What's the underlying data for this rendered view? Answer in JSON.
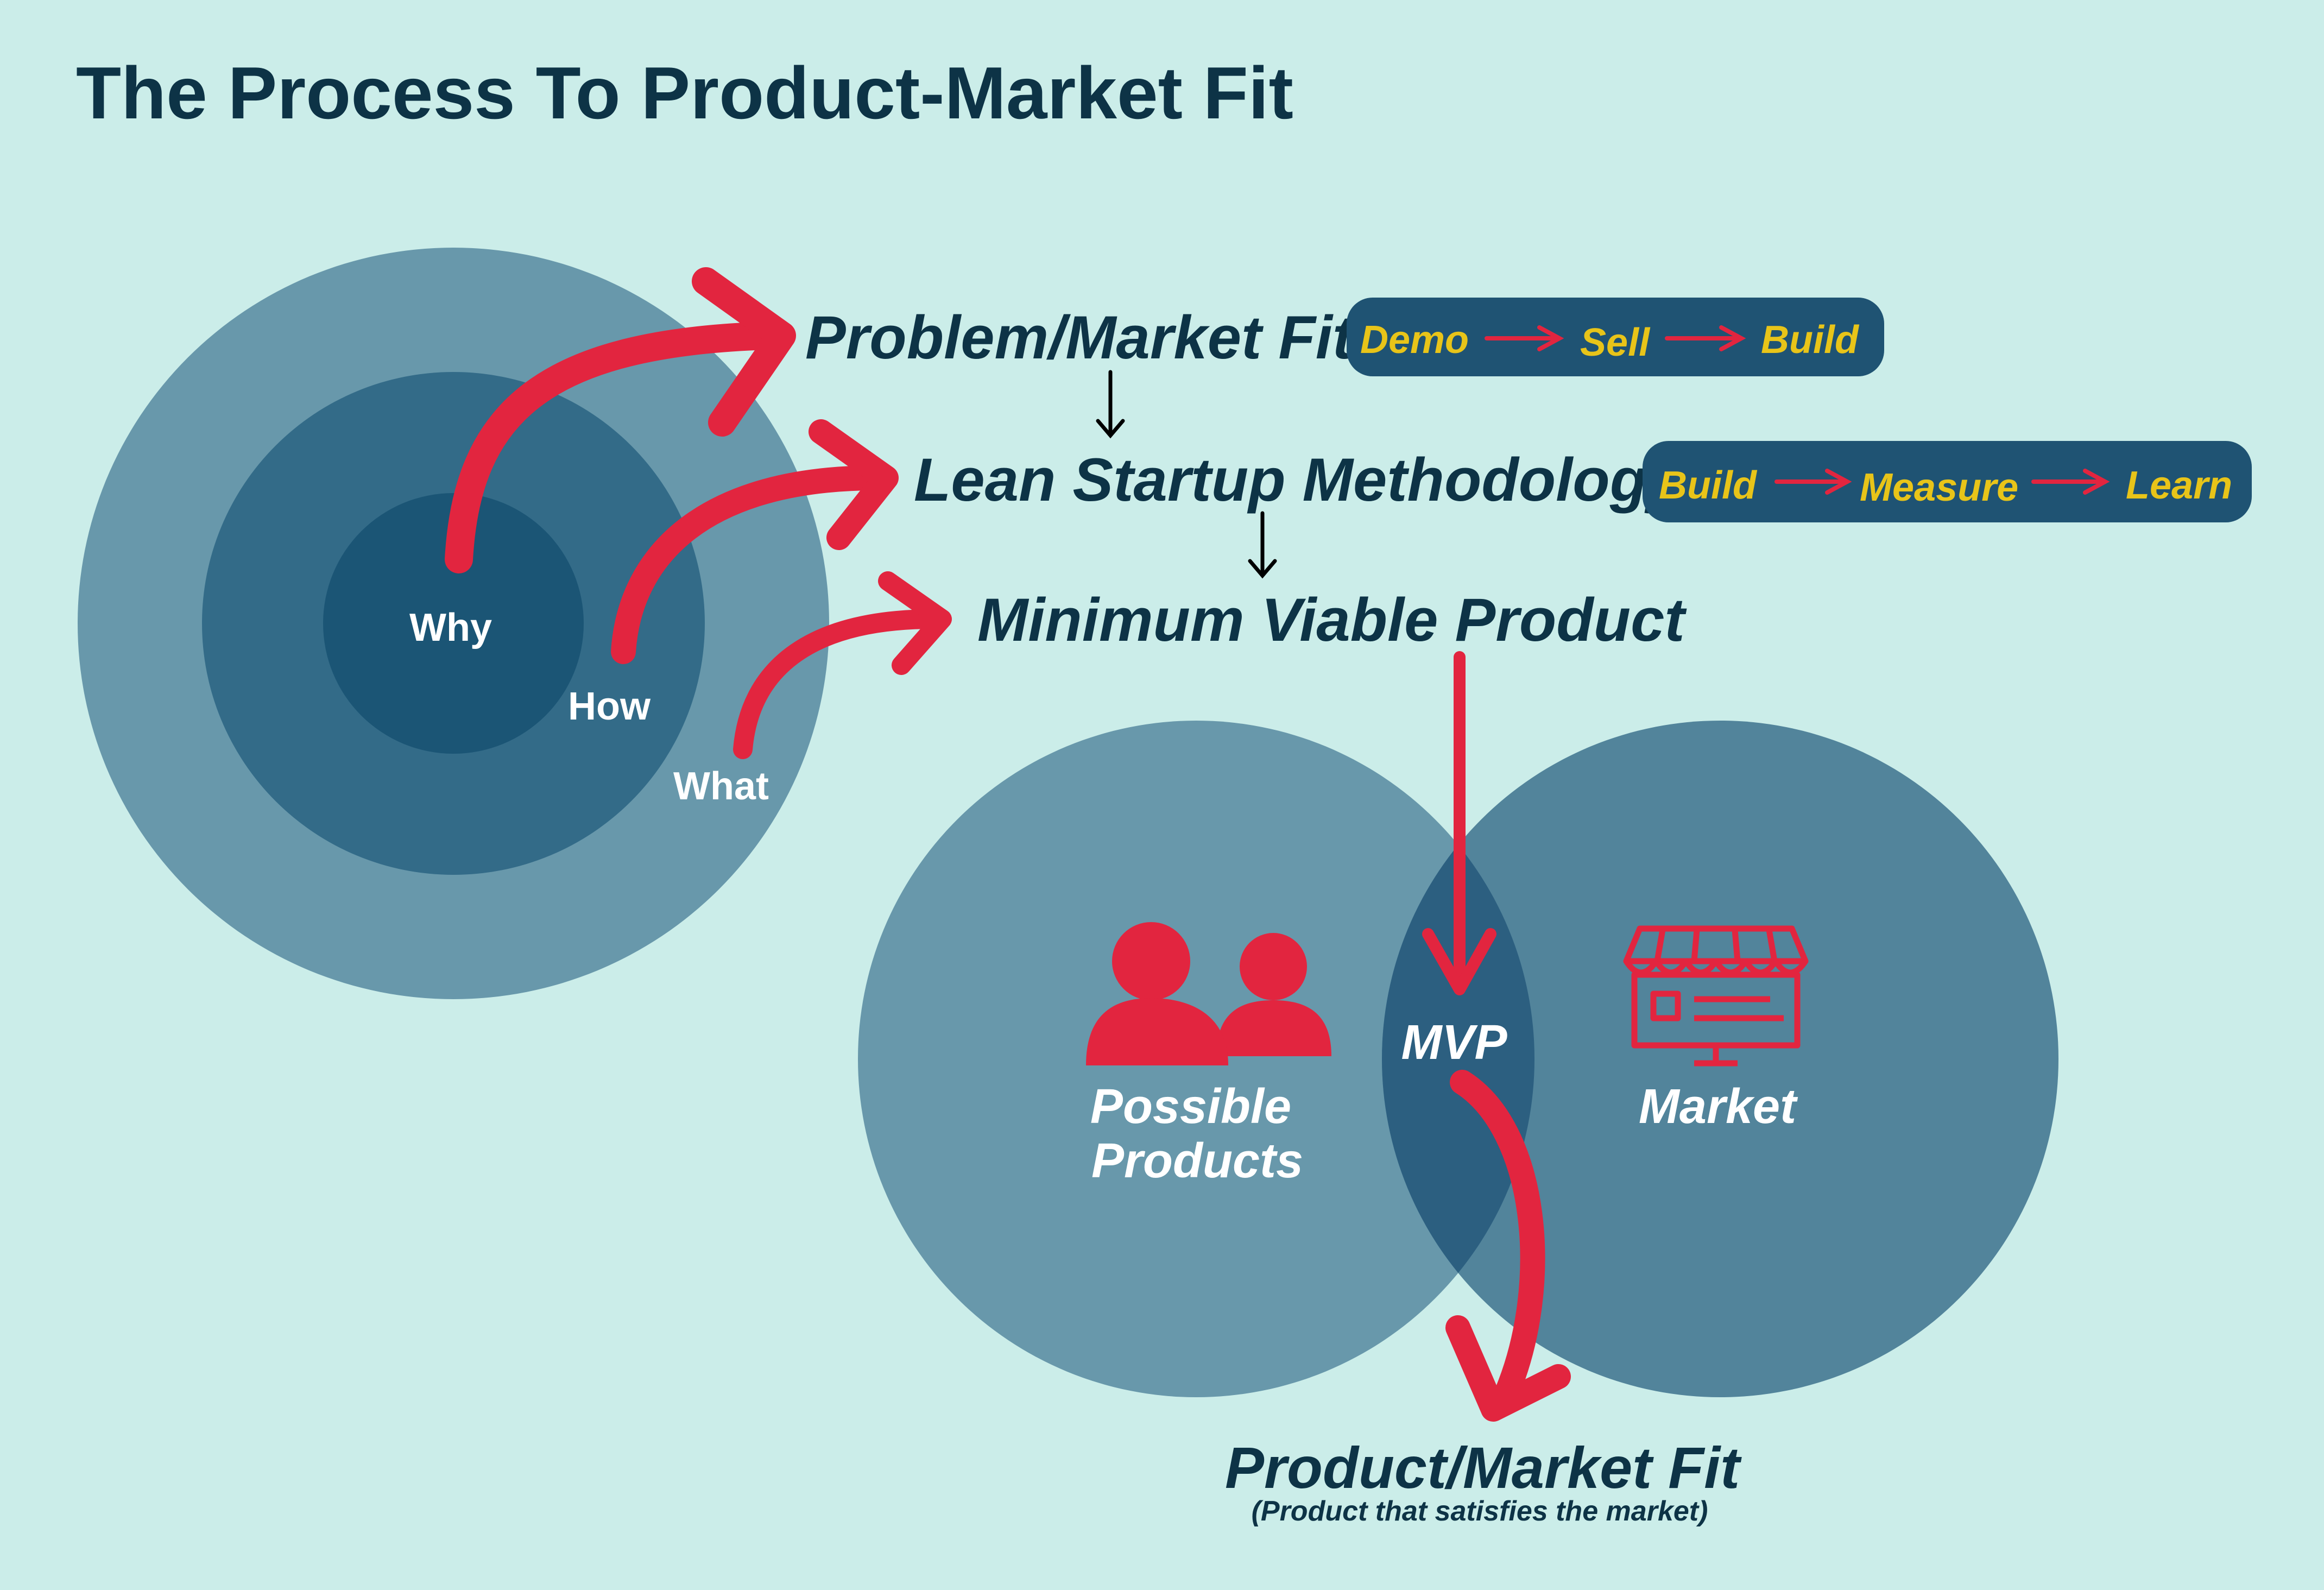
{
  "title": "The Process To Product-Market Fit",
  "circles": {
    "why": "Why",
    "how": "How",
    "what": "What"
  },
  "stages": [
    {
      "label": "Problem/Market Fit",
      "steps": [
        "Demo",
        "Sell",
        "Build"
      ]
    },
    {
      "label": "Lean Startup Methodology",
      "steps": [
        "Build",
        "Measure",
        "Learn"
      ]
    },
    {
      "label": "Minimum Viable Product",
      "steps": []
    }
  ],
  "venn": {
    "left_line1": "Possible",
    "left_line2": "Products",
    "right": "Market",
    "intersection": "MVP",
    "left_icon": "people-icon",
    "right_icon": "storefront-icon"
  },
  "result": {
    "label": "Product/Market Fit",
    "sublabel": "(Product that satisfies the market)"
  },
  "colors": {
    "background": "#cbede9",
    "outer_circle": "#6898ab",
    "middle_circle": "#336b88",
    "inner_circle": "#1b5575",
    "venn_left": "#6898ab",
    "venn_right": "#52849b",
    "venn_overlap": "#2c5f80",
    "arrow": "#e2253f",
    "pill": "#1f5373",
    "pill_text": "#e8c419",
    "text_dark": "#0d3346"
  }
}
